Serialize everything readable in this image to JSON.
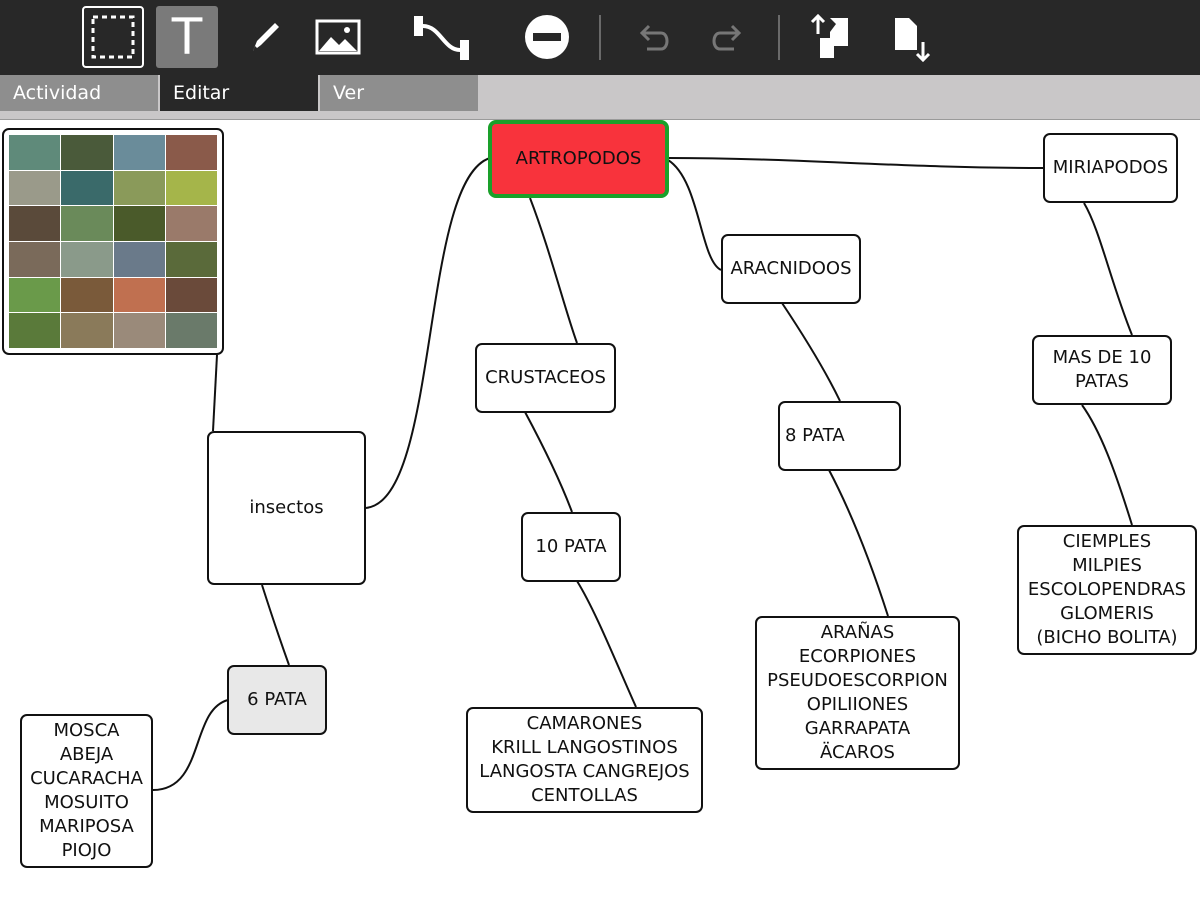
{
  "toolbar": {
    "tools": [
      {
        "name": "select-tool",
        "icon": "dashed-rectangle-icon"
      },
      {
        "name": "text-tool",
        "icon": "text-t-icon",
        "glyph": "T"
      },
      {
        "name": "pen-tool",
        "icon": "pencil-icon"
      },
      {
        "name": "image-tool",
        "icon": "picture-icon"
      },
      {
        "name": "link-tool",
        "icon": "connector-icon"
      },
      {
        "name": "delete-tool",
        "icon": "minus-circle-icon"
      },
      {
        "name": "undo-button",
        "icon": "undo-icon"
      },
      {
        "name": "redo-button",
        "icon": "redo-icon"
      },
      {
        "name": "import-button",
        "icon": "import-icon"
      },
      {
        "name": "export-button",
        "icon": "export-icon"
      }
    ]
  },
  "tabs": [
    {
      "label": "Actividad",
      "color": "#8e8e8e"
    },
    {
      "label": "Editar",
      "color": "#282828"
    },
    {
      "label": "Ver",
      "color": "#8e8e8e"
    }
  ],
  "colors": {
    "root_fill": "#f8333c",
    "root_border": "#1aa02a",
    "toolbar": "#282828"
  },
  "photo_node": {
    "icon": "insect-photo-collage-icon"
  },
  "nodes": {
    "artropodos": "ARTROPODOS",
    "miriapodos": "MIRIAPODOS",
    "aracnidoos": "ARACNIDOOS",
    "crustaceos": "CRUSTACEOS",
    "insectos": "insectos",
    "mas_de_10_patas": "MAS  DE   10\nPATAS",
    "ocho_pata": "8   PATA",
    "diez_pata": "10   PATA",
    "seis_pata": "6 PATA",
    "miriapodos_list": "CIEMPLES\nMILPIES\nESCOLOPENDRAS\nGLOMERIS\n(BICHO  BOLITA)",
    "aracnidos_list": "ARAÑAS\nECORPIONES\nPSEUDOESCORPION\nOPILIIONES\nGARRAPATA\nÄCAROS",
    "crustaceos_list": "CAMARONES\nKRILL LANGOSTINOS\nLANGOSTA CANGREJOS\nCENTOLLAS",
    "insectos_list": "MOSCA\nABEJA\nCUCARACHA\nMOSUITO\nMARIPOSA\nPIOJO"
  }
}
